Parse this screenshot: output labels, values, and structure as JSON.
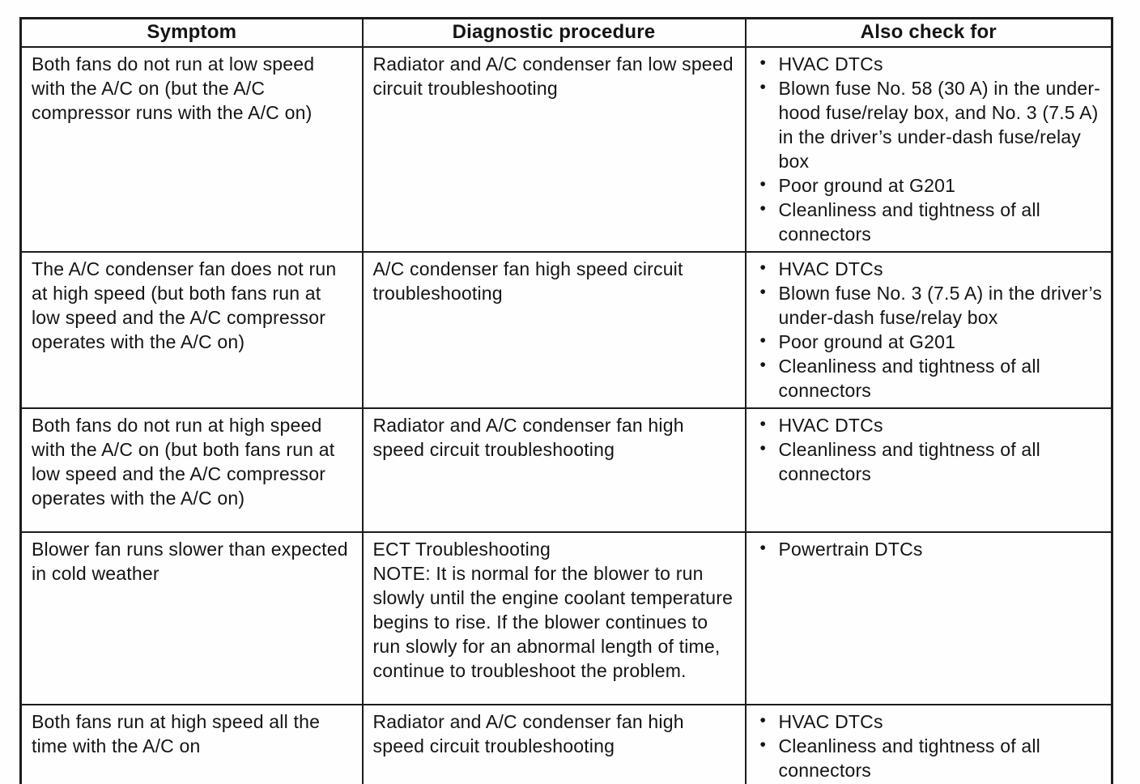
{
  "table": {
    "headers": [
      "Symptom",
      "Diagnostic procedure",
      "Also check for"
    ],
    "rows": [
      {
        "symptom": "Both fans do not run at low speed with the A/C on (but the A/C compressor runs with the A/C on)",
        "procedure": [
          "Radiator and A/C condenser fan low speed circuit troubleshooting"
        ],
        "also_check": [
          "HVAC DTCs",
          "Blown fuse No. 58 (30 A) in the under-hood fuse/relay box, and No. 3 (7.5 A) in the driver’s under-dash fuse/relay box",
          "Poor ground at G201",
          "Cleanliness and tightness of all connectors"
        ]
      },
      {
        "symptom": "The A/C condenser fan does not run at high speed (but both fans run at low speed and the A/C compressor operates with the A/C on)",
        "procedure": [
          "A/C condenser fan high speed circuit troubleshooting"
        ],
        "also_check": [
          "HVAC DTCs",
          "Blown fuse No. 3 (7.5 A) in the driver’s under-dash fuse/relay box",
          "Poor ground at G201",
          "Cleanliness and tightness of all connectors"
        ]
      },
      {
        "symptom": "Both fans do not run at high speed with the A/C on (but both fans run at low speed and the A/C compressor operates with the A/C on)",
        "procedure": [
          "Radiator and A/C condenser fan high speed circuit troubleshooting"
        ],
        "also_check": [
          "HVAC DTCs",
          "Cleanliness and tightness of all connectors"
        ]
      },
      {
        "symptom": "Blower fan runs slower than expected in cold weather",
        "procedure": [
          "ECT Troubleshooting",
          "NOTE: It is normal for the blower to run slowly until the engine coolant temperature begins to rise. If the blower continues to run slowly for an abnormal length of time, continue to troubleshoot the problem."
        ],
        "also_check": [
          "Powertrain DTCs"
        ]
      },
      {
        "symptom": "Both fans run at high speed all the time with the A/C on",
        "procedure": [
          "Radiator and A/C condenser fan high speed circuit troubleshooting"
        ],
        "also_check": [
          "HVAC DTCs",
          "Cleanliness and tightness of all connectors"
        ]
      }
    ],
    "colors": {
      "text": "#141414",
      "border": "#1c1c1c",
      "background": "#fefefe"
    }
  }
}
